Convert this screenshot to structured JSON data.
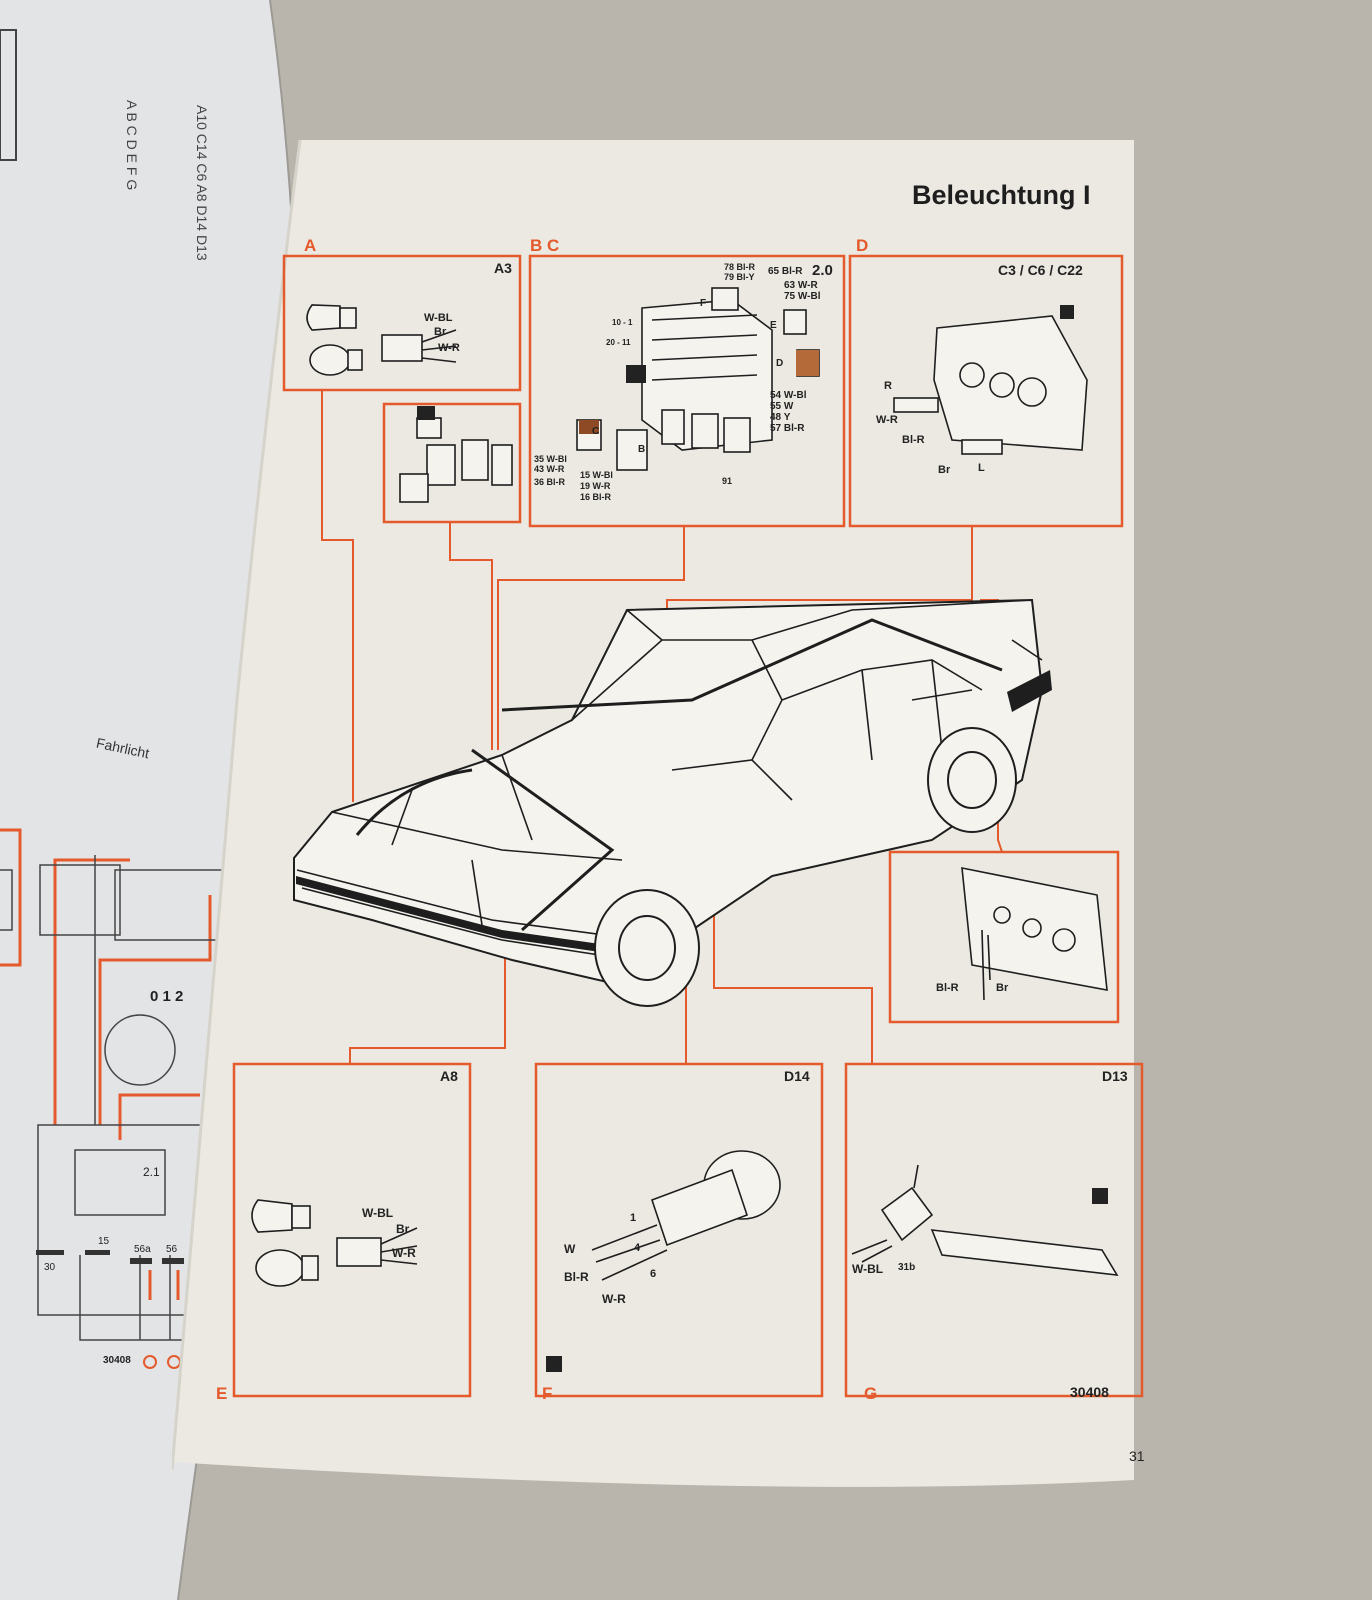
{
  "page": {
    "title": "Beleuchtung I",
    "page_number": "31",
    "figure_code": "30408"
  },
  "left_page": {
    "label_fahrlicht": "Fahrlicht",
    "figure_code": "30408",
    "switch_positions": "0 1 2",
    "terminals": [
      "30",
      "15",
      "56a",
      "56"
    ],
    "relay_label": "2.1",
    "letters_column": "A B C D E F G",
    "codes_column": "A10 C14 C6 A8 D14 D13"
  },
  "panels": {
    "A": {
      "letter": "A",
      "code": "A3",
      "wires": [
        "W-BL",
        "Br",
        "W-R"
      ]
    },
    "BC": {
      "letters": "B C",
      "top_left": [
        "78 Bl-R",
        "79 Bl-Y"
      ],
      "top_right": [
        "65 Bl-R",
        "63 W-R",
        "75 W-Bl"
      ],
      "version": "2.0",
      "right_mid": [
        "54 W-Bl",
        "55 W",
        "48 Y",
        "57 Bl-R"
      ],
      "bottom_left": [
        "35 W-Bl",
        "43 W-R",
        "36 Bl-R"
      ],
      "bottom_mid": [
        "15 W-Bl",
        "19 W-R",
        "16 Bl-R"
      ],
      "left_mid": [
        "10 - 1",
        "20 - 11"
      ],
      "connectors": [
        "F",
        "E",
        "D",
        "C",
        "B"
      ],
      "ref": "91"
    },
    "D": {
      "letter": "D",
      "code": "C3 / C6 / C22",
      "wires": [
        "R",
        "W-R",
        "Bl-R",
        "Br",
        "L"
      ]
    },
    "lamp_unit": {
      "wires": [
        "Bl-R",
        "Br"
      ]
    },
    "E": {
      "letter": "E",
      "code": "A8",
      "wires": [
        "W-BL",
        "Br",
        "W-R"
      ]
    },
    "F": {
      "letter": "F",
      "code": "D14",
      "wires": [
        "W",
        "Bl-R",
        "W-R"
      ],
      "pins": [
        "1",
        "4",
        "6"
      ]
    },
    "G": {
      "letter": "G",
      "code": "D13",
      "wires": [
        "W-BL",
        "31b"
      ]
    }
  },
  "colors": {
    "accent_line": "#e45a2c",
    "paper": "#ebe9e1",
    "ink": "#1e1e1e"
  }
}
